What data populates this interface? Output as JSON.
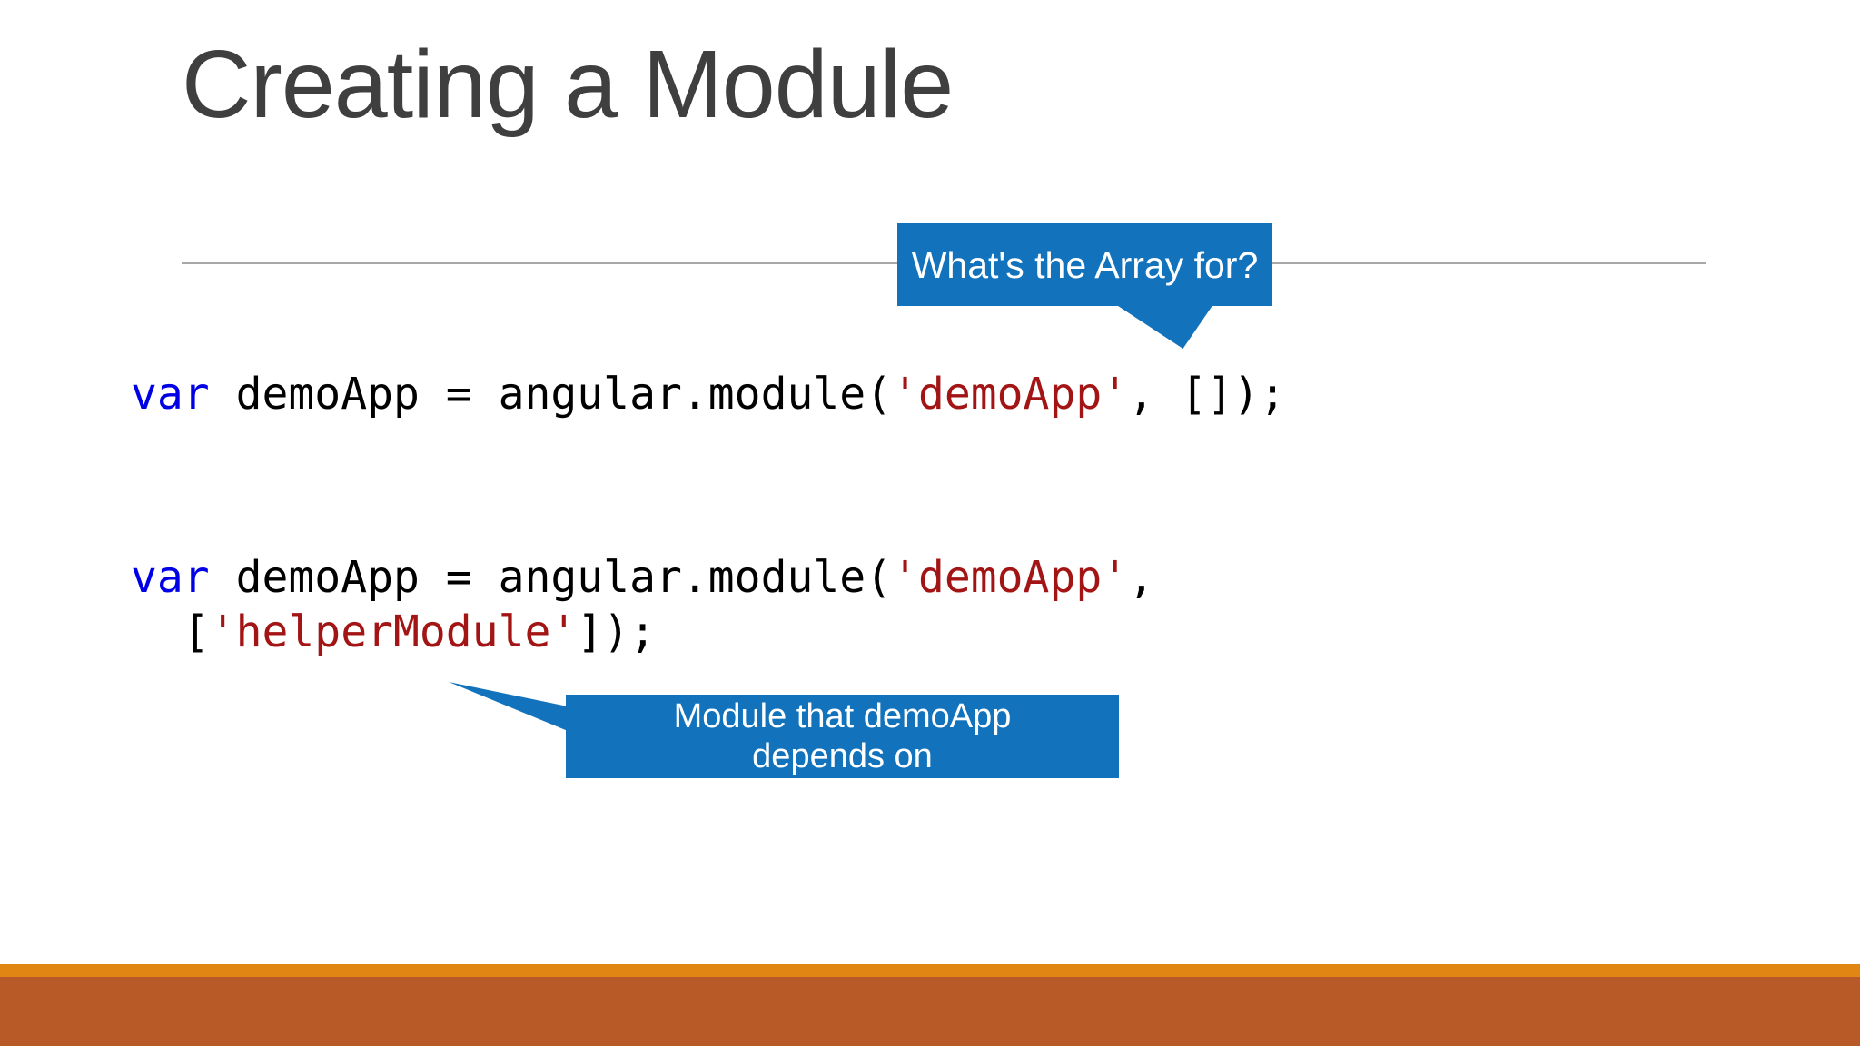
{
  "slide": {
    "title": "Creating a Module",
    "callout_top": {
      "text": "What's the Array for?"
    },
    "code_line_1": {
      "tokens": [
        {
          "t": "var",
          "c": "kw"
        },
        {
          "t": " demoApp = angular.module(",
          "c": "pl"
        },
        {
          "t": "'demoApp'",
          "c": "str"
        },
        {
          "t": ", []);",
          "c": "pl"
        }
      ]
    },
    "code_block_2": {
      "line1_tokens": [
        {
          "t": "var",
          "c": "kw"
        },
        {
          "t": " demoApp = angular.module(",
          "c": "pl"
        },
        {
          "t": "'demoApp'",
          "c": "str"
        },
        {
          "t": ",",
          "c": "pl"
        }
      ],
      "line2_tokens": [
        {
          "t": "  [",
          "c": "pl"
        },
        {
          "t": "'helperModule'",
          "c": "str"
        },
        {
          "t": "]);",
          "c": "pl"
        }
      ]
    },
    "callout_bottom": {
      "line1": "Module that demoApp",
      "line2": "depends on"
    }
  },
  "colors": {
    "callout_blue": "#1273BC",
    "keyword_blue": "#0000E6",
    "string_red": "#A31515",
    "code_black": "#000000",
    "title_gray": "#3F3F3F",
    "divider_gray": "#A8A8A8",
    "accent_orange": "#E28613",
    "accent_rust": "#B85A28"
  }
}
